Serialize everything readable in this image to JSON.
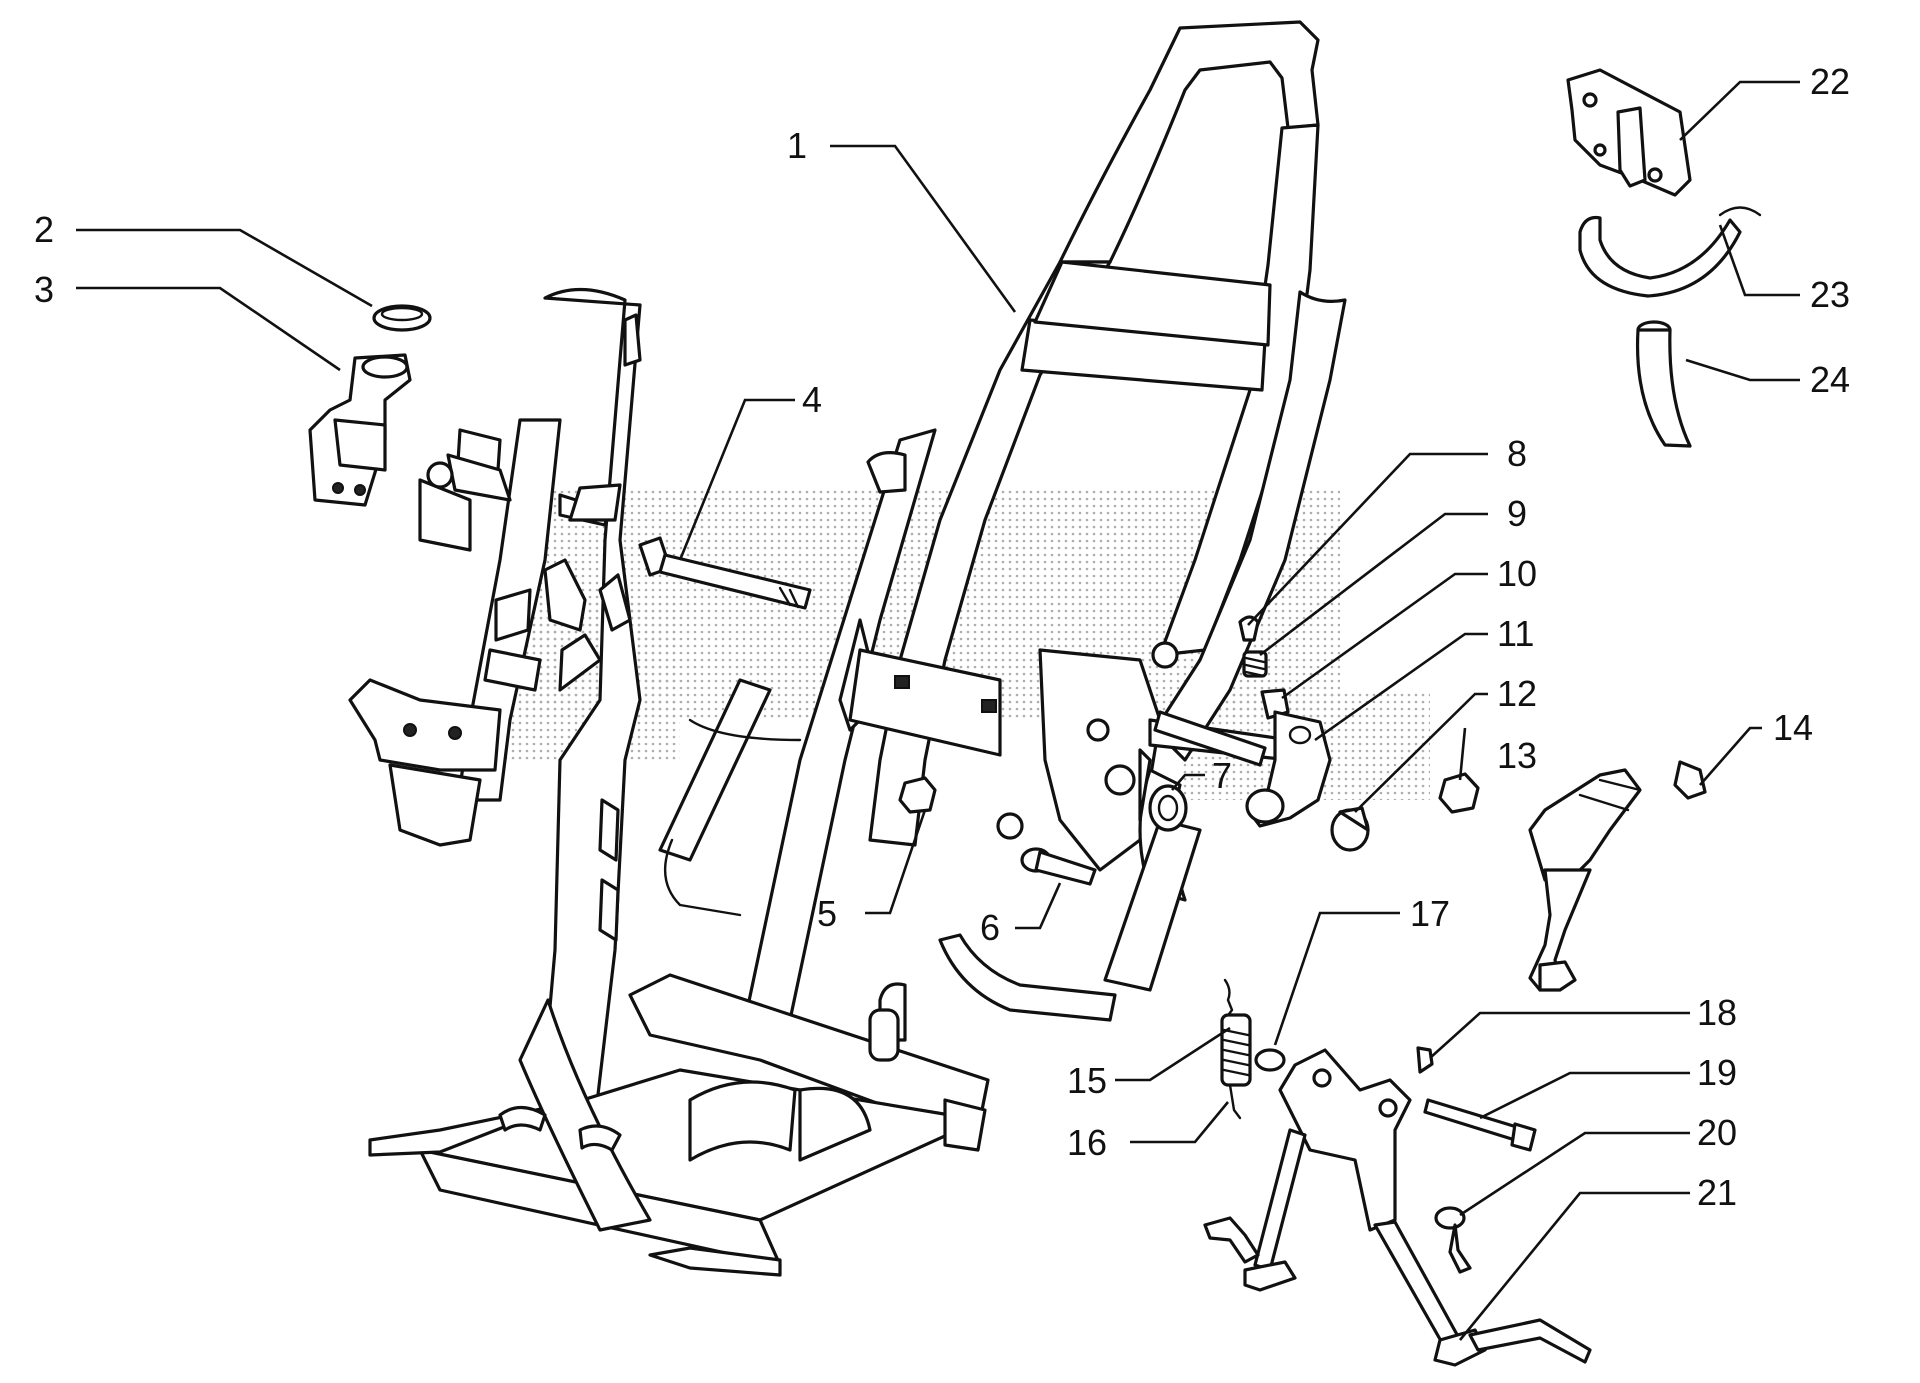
{
  "diagram": {
    "callouts": [
      {
        "id": "1",
        "label": "1"
      },
      {
        "id": "2",
        "label": "2"
      },
      {
        "id": "3",
        "label": "3"
      },
      {
        "id": "4",
        "label": "4"
      },
      {
        "id": "5",
        "label": "5"
      },
      {
        "id": "6",
        "label": "6"
      },
      {
        "id": "7",
        "label": "7"
      },
      {
        "id": "8",
        "label": "8"
      },
      {
        "id": "9",
        "label": "9"
      },
      {
        "id": "10",
        "label": "10"
      },
      {
        "id": "11",
        "label": "11"
      },
      {
        "id": "12",
        "label": "12"
      },
      {
        "id": "13",
        "label": "13"
      },
      {
        "id": "14",
        "label": "14"
      },
      {
        "id": "15",
        "label": "15"
      },
      {
        "id": "16",
        "label": "16"
      },
      {
        "id": "17",
        "label": "17"
      },
      {
        "id": "18",
        "label": "18"
      },
      {
        "id": "19",
        "label": "19"
      },
      {
        "id": "20",
        "label": "20"
      },
      {
        "id": "21",
        "label": "21"
      },
      {
        "id": "22",
        "label": "22"
      },
      {
        "id": "23",
        "label": "23"
      },
      {
        "id": "24",
        "label": "24"
      }
    ],
    "colors": {
      "line": "#111111",
      "background": "#ffffff",
      "watermark": "#9a9a9a"
    }
  }
}
